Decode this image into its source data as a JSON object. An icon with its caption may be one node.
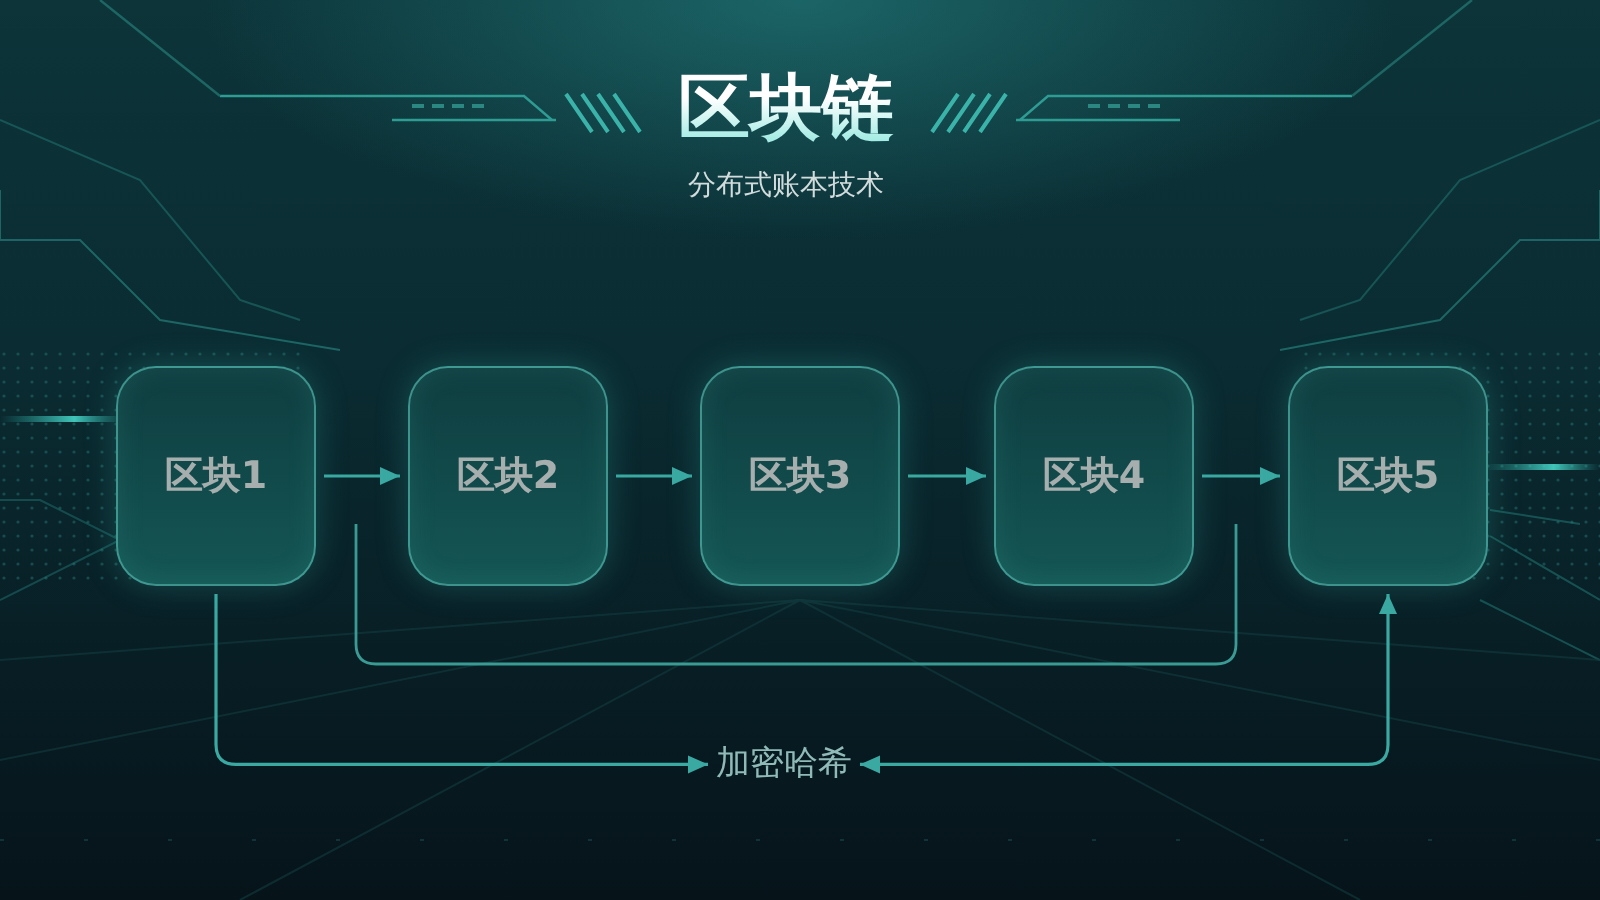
{
  "diagram": {
    "title": "区块链",
    "nodes": [
      {
        "text": [
          "区块1"
        ]
      },
      {
        "text": [
          "区块2"
        ]
      },
      {
        "text": [
          "区块3"
        ]
      },
      {
        "text": [
          "区块4"
        ]
      },
      {
        "text": [
          "区块5"
        ]
      },
      {
        "text": [
          "加密哈希"
        ]
      }
    ],
    "edges": [
      {
        "from": 0,
        "to": 1,
        "arrow": "to"
      },
      {
        "from": 1,
        "to": 2,
        "arrow": "to"
      },
      {
        "from": 2,
        "to": 3,
        "arrow": "to"
      },
      {
        "from": 3,
        "to": 4,
        "arrow": "to"
      },
      {
        "from": 0,
        "to": 5,
        "arrow": "to"
      },
      {
        "from": 5,
        "to": 4,
        "arrow": "both"
      }
    ],
    "labels": [
      "分布式账本技术"
    ]
  }
}
